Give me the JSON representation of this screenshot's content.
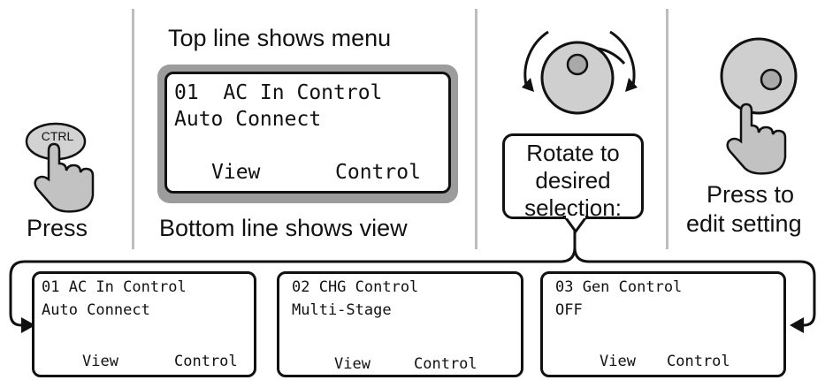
{
  "press_label": "Press",
  "ctrl_button_label": "CTRL",
  "top_caption": "Top line shows menu",
  "bottom_caption": "Bottom line shows view",
  "main_lcd": {
    "line1": "01  AC In Control",
    "line2": "Auto Connect",
    "view": "View",
    "control": "Control"
  },
  "rotate_callout": [
    "Rotate to",
    "desired",
    "selection:"
  ],
  "press_edit_label": [
    "Press to",
    "edit setting"
  ],
  "lcds": [
    {
      "line1": "01 AC In Control",
      "line2": "Auto Connect",
      "view": "View",
      "control": "Control"
    },
    {
      "line1": "02 CHG Control",
      "line2": "Multi-Stage",
      "view": "View",
      "control": "Control"
    },
    {
      "line1": "03 Gen Control",
      "line2": "OFF",
      "view": "View",
      "control": "Control"
    }
  ]
}
